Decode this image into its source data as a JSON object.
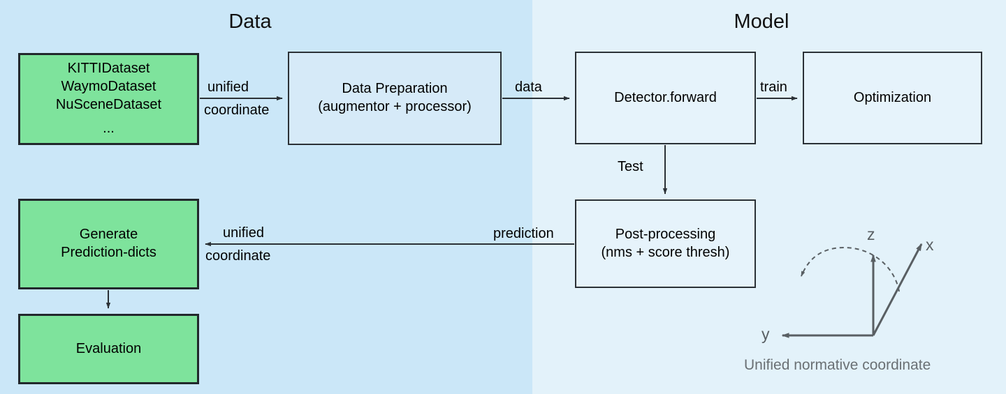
{
  "sections": {
    "left": {
      "title": "Data",
      "bg_color": "#cbe7f8"
    },
    "right": {
      "title": "Model",
      "bg_color": "#e3f2fa"
    }
  },
  "colors": {
    "green_node": "#7ee39c",
    "blue_node_left": "#d6eaf8",
    "blue_node_right": "#e6f3fb",
    "border": "#22282c",
    "coordinate_axis": "#595f63"
  },
  "nodes": {
    "datasets": {
      "lines": [
        "KITTIDataset",
        "WaymoDataset",
        "NuSceneDataset"
      ],
      "ellipsis": "..."
    },
    "data_preparation": {
      "line1": "Data Preparation",
      "line2": "(augmentor + processor)"
    },
    "detector": {
      "label": "Detector.forward"
    },
    "optimization": {
      "label": "Optimization"
    },
    "post_processing": {
      "line1": "Post-processing",
      "line2": "(nms + score thresh)"
    },
    "generate": {
      "line1": "Generate",
      "line2": "Prediction-dicts"
    },
    "evaluation": {
      "label": "Evaluation"
    }
  },
  "edges": {
    "datasets_to_prep": {
      "line1": "unified",
      "line2": "coordinate"
    },
    "prep_to_detector": {
      "label": "data"
    },
    "detector_to_optimization": {
      "label": "train"
    },
    "detector_to_postproc": {
      "label": "Test"
    },
    "postproc_to_generate": {
      "label": "prediction"
    },
    "postproc_to_generate_mid": {
      "line1": "unified",
      "line2": "coordinate"
    }
  },
  "coordinate_system": {
    "axis_x": "x",
    "axis_y": "y",
    "axis_z": "z",
    "caption": "Unified normative coordinate"
  }
}
